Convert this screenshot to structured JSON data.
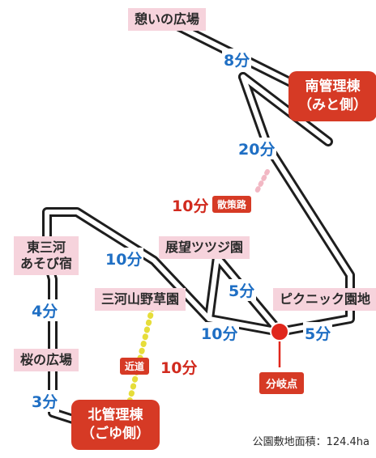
{
  "places": {
    "ikoi": "憩いの広場",
    "minami": [
      "南管理棟",
      "（みと側）"
    ],
    "tenbou": "展望ツツジ園",
    "higashi": [
      "東三河",
      "あそび宿"
    ],
    "mikawa": "三河山野草園",
    "picnic": "ピクニック園地",
    "sakura": "桜の広場",
    "kita": [
      "北管理棟",
      "（ごゆ側）"
    ],
    "bunki": "分岐点"
  },
  "times": {
    "ikoi_minami": "8分",
    "minami_bunki": "20分",
    "sansakuro": "10分",
    "higashi_tenbou": "10分",
    "tenbou_bunki": "5分",
    "mikawa_bunki": "10分",
    "bunki_picnic": "5分",
    "higashi_sakura": "4分",
    "sakura_kita": "3分",
    "kita_mikawa": "10分"
  },
  "tags": {
    "sansakuro": "散策路",
    "chikamichi": "近道"
  },
  "area_text": "公園敷地面積：124.4ha",
  "colors": {
    "place_bg": "#f6d3dc",
    "building_bg": "#d63a25",
    "time_blue": "#1f6fc4",
    "time_red": "#d12a1e",
    "trail_pink": "#f2b8c4",
    "shortcut_yellow": "#e6dd3a",
    "road": "#1e1e1e",
    "junction": "#e0271c"
  }
}
